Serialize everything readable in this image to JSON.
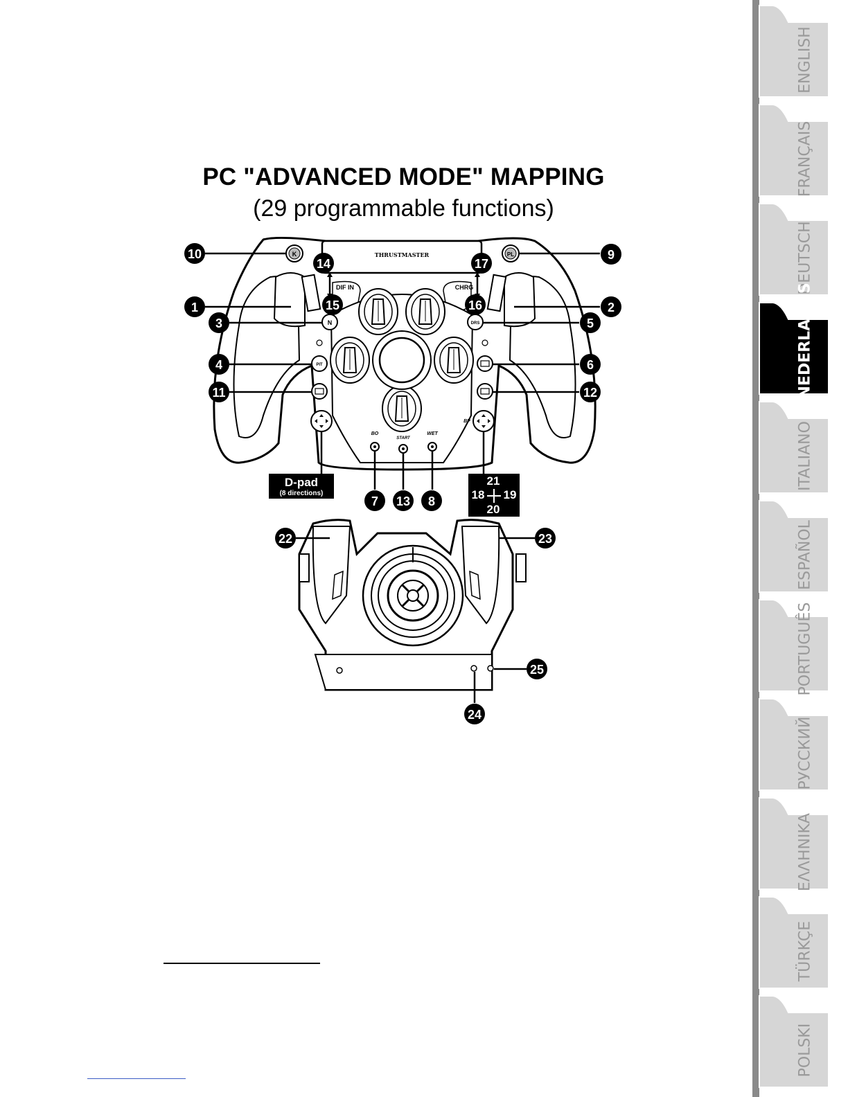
{
  "heading": {
    "title": "PC \"ADVANCED MODE\" MAPPING",
    "subtitle": "(29 programmable functions)"
  },
  "wheel": {
    "brand": "THRUSTMASTER",
    "labels": {
      "dif_in": "DIF IN",
      "chrg": "CHRG",
      "bo": "BO",
      "start": "START",
      "wet": "WET",
      "bp": "BP"
    },
    "buttons": {
      "k": "K",
      "pl": "PL",
      "n": "N",
      "drs": "DRS",
      "pit": "PIT"
    },
    "callouts": [
      "10",
      "9",
      "14",
      "17",
      "1",
      "2",
      "15",
      "16",
      "3",
      "5",
      "4",
      "6",
      "11",
      "12",
      "7",
      "13",
      "8"
    ],
    "dpad_box": {
      "title": "D-pad",
      "sub": "(8 directions)"
    },
    "hat_box": {
      "top": "21",
      "left": "18",
      "right": "19",
      "bottom": "20"
    }
  },
  "base": {
    "callouts": [
      "22",
      "23",
      "25",
      "24"
    ]
  },
  "language_tabs": [
    {
      "label": "ENGLISH",
      "active": false
    },
    {
      "label": "FRANÇAIS",
      "active": false
    },
    {
      "label": "DEUTSCH",
      "active": false
    },
    {
      "label": "NEDERLANDS",
      "active": true
    },
    {
      "label": "ITALIANO",
      "active": false
    },
    {
      "label": "ESPAÑOL",
      "active": false
    },
    {
      "label": "PORTUGUÊS",
      "active": false
    },
    {
      "label": "РУССКИЙ",
      "active": false
    },
    {
      "label": "ΕΛΛΗΝΙΚΑ",
      "active": false
    },
    {
      "label": "TÜRKÇE",
      "active": false
    },
    {
      "label": "POLSKI",
      "active": false
    }
  ],
  "colors": {
    "tab_inactive": "#d6d6d6",
    "tab_active": "#000000",
    "tab_text_inactive": "#9a9a9a",
    "tab_text_active": "#ffffff",
    "strip": "#8a8a8a"
  }
}
